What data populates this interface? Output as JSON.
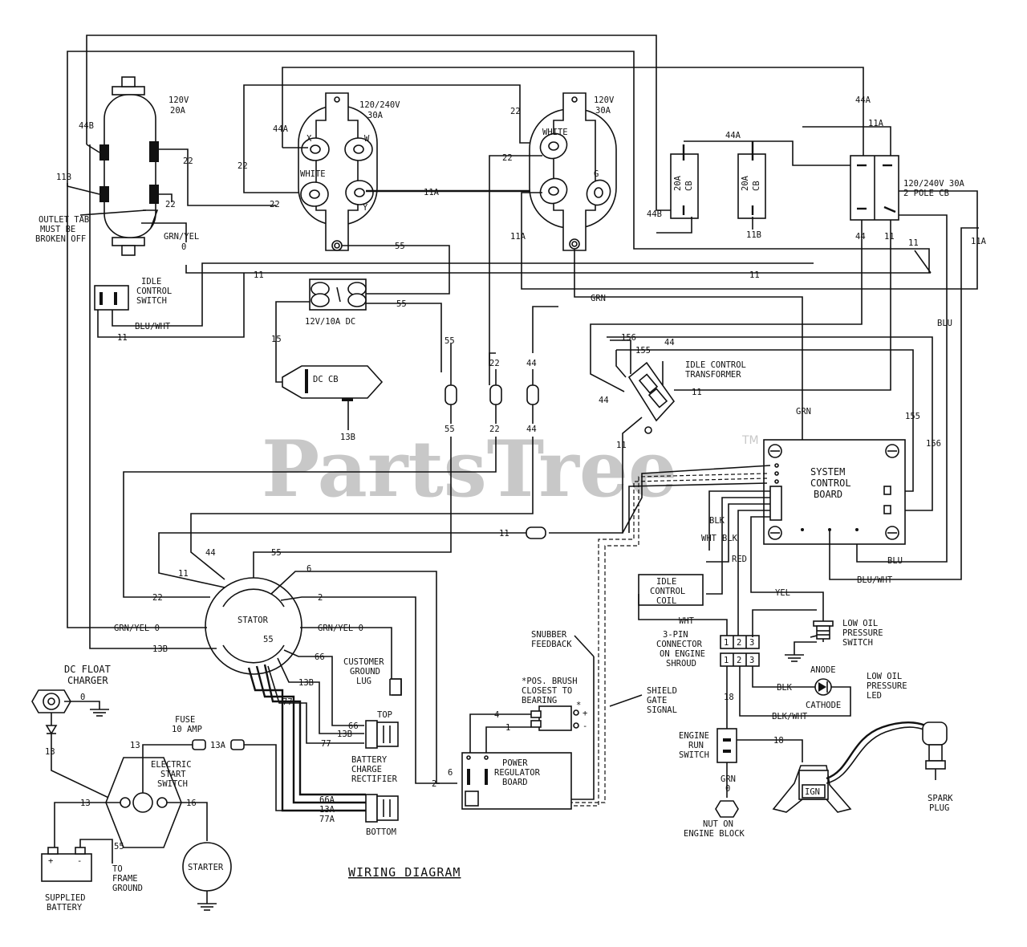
{
  "title": "WIRING DIAGRAM",
  "watermark": {
    "text": "PartsTree",
    "tm": "TM"
  },
  "outlet_20a": {
    "rating_v": "120V",
    "rating_a": "20A",
    "note1": "OUTLET TAB",
    "note2": "MUST BE",
    "note3": "BROKEN OFF"
  },
  "outlet_240": {
    "rating_v": "120/240V",
    "rating_a": "30A",
    "x": "X",
    "y": "Y",
    "w": "W",
    "white": "WHITE"
  },
  "outlet_30a": {
    "rating_v": "120V",
    "rating_a": "30A",
    "white": "WHITE",
    "g": "G"
  },
  "cb": {
    "cb1_rating": "20A",
    "cb1_label": "CB",
    "cb2_rating": "20A",
    "cb2_label": "CB",
    "pole_rating": "120/240V 30A",
    "pole_label": "2 POLE CB"
  },
  "idle_switch": {
    "l1": "IDLE",
    "l2": "CONTROL",
    "l3": "SWITCH"
  },
  "dc_outlet": {
    "label": "12V/10A DC"
  },
  "dc_cb": {
    "label": "DC CB"
  },
  "transformer": {
    "l1": "IDLE CONTROL",
    "l2": "TRANSFORMER"
  },
  "scb": {
    "l1": "SYSTEM",
    "l2": "CONTROL",
    "l3": "BOARD"
  },
  "stator": {
    "label": "STATOR"
  },
  "idle_coil": {
    "l1": "IDLE",
    "l2": "CONTROL",
    "l3": "COIL"
  },
  "low_oil_switch": {
    "l1": "LOW OIL",
    "l2": "PRESSURE",
    "l3": "SWITCH"
  },
  "low_oil_led": {
    "l1": "LOW OIL",
    "l2": "PRESSURE",
    "l3": "LED",
    "anode": "ANODE",
    "cathode": "CATHODE"
  },
  "connector": {
    "l1": "3-PIN",
    "l2": "CONNECTOR",
    "l3": "ON ENGINE",
    "l4": "SHROUD",
    "p1": "1",
    "p2": "2",
    "p3": "3"
  },
  "snubber": {
    "l1": "SNUBBER",
    "l2": "FEEDBACK"
  },
  "shield": {
    "l1": "SHIELD",
    "l2": "GATE",
    "l3": "SIGNAL"
  },
  "brush": {
    "l1": "*POS. BRUSH",
    "l2": "CLOSEST TO",
    "l3": "BEARING",
    "star": "*",
    "plus": "+",
    "minus": "-"
  },
  "regulator": {
    "l1": "POWER",
    "l2": "REGULATOR",
    "l3": "BOARD"
  },
  "customer_lug": {
    "l1": "CUSTOMER",
    "l2": "GROUND",
    "l3": "LUG"
  },
  "rectifier": {
    "top": "TOP",
    "l1": "BATTERY",
    "l2": "CHARGE",
    "l3": "RECTIFIER",
    "bottom": "BOTTOM"
  },
  "dc_float": {
    "l1": "DC FLOAT",
    "l2": "CHARGER"
  },
  "fuse": {
    "l1": "FUSE",
    "l2": "10 AMP"
  },
  "start_switch": {
    "l1": "ELECTRIC",
    "l2": "START",
    "l3": "SWITCH"
  },
  "battery": {
    "l1": "SUPPLIED",
    "l2": "BATTERY",
    "plus": "+",
    "minus": "-",
    "to1": "TO",
    "to2": "FRAME",
    "to3": "GROUND"
  },
  "starter": {
    "label": "STARTER"
  },
  "engine_run": {
    "l1": "ENGINE",
    "l2": "RUN",
    "l3": "SWITCH"
  },
  "nut": {
    "l1": "NUT ON",
    "l2": "ENGINE BLOCK"
  },
  "ignition": {
    "label": "IGN"
  },
  "spark": {
    "l1": "SPARK",
    "l2": "PLUG"
  },
  "wires": {
    "w44b": "44B",
    "w11b": "11B",
    "w22": "22",
    "w44a": "44A",
    "w11a": "11A",
    "w55": "55",
    "w44": "44",
    "w11": "11",
    "w15": "15",
    "w13b": "13B",
    "w156": "156",
    "w155": "155",
    "grn": "GRN",
    "blu": "BLU",
    "bluwht": "BLU/WHT",
    "grnyel": "GRN/YEL",
    "grnyel0": "GRN/YEL 0",
    "blk": "BLK",
    "wht": "WHT",
    "red": "RED",
    "yel": "YEL",
    "blkwht": "BLK/WHT",
    "w6": "6",
    "w2": "2",
    "w4": "4",
    "w1": "1",
    "w66": "66",
    "w77": "77",
    "w66a": "66A",
    "w13a": "13A",
    "w77a": "77A",
    "w13": "13",
    "w16": "16",
    "w18": "18",
    "zero": "0"
  }
}
